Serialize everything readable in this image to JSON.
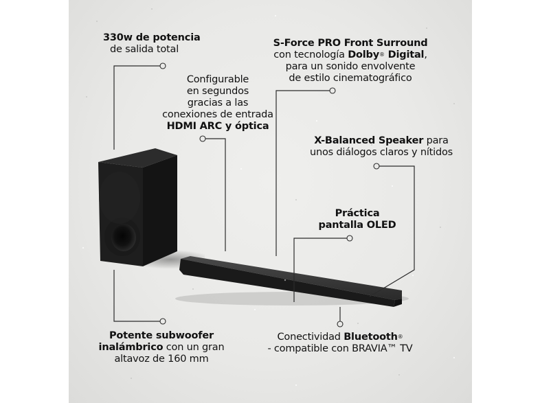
{
  "colors": {
    "background_outer": "#ffffff",
    "panel": "#eaeae8",
    "text": "#111111",
    "line": "#2b2b2b",
    "product": "#1c1c1c"
  },
  "callouts": {
    "power": {
      "line1": "330w de potencia",
      "line2": "de salida total"
    },
    "hdmi": {
      "line1": "Configurable",
      "line2": "en segundos",
      "line3": "gracias a las",
      "line4": "conexiones de entrada",
      "line5": "HDMI ARC y óptica"
    },
    "sforce": {
      "line1": "S-Force PRO Front Surround",
      "line2_pre": "con tecnología ",
      "line2_bold": "Dolby",
      "line2_reg": "®",
      "line2_bold2": " Digital",
      "line2_post": ",",
      "line3": "para un sonido envolvente",
      "line4": "de estilo cinematográfico"
    },
    "xbalanced": {
      "line1_bold": "X-Balanced Speaker",
      "line1_post": " para",
      "line2": "unos diálogos claros y nítidos"
    },
    "oled": {
      "line1": "Práctica",
      "line2": "pantalla OLED"
    },
    "subwoofer": {
      "line1": "Potente subwoofer",
      "line2_bold": "inalámbrico",
      "line2_post": " con un gran",
      "line3": "altavoz de 160 mm"
    },
    "bluetooth": {
      "line1_pre": "Conectividad ",
      "line1_bold": "Bluetooth",
      "line1_reg": "®",
      "line2": "- compatible con BRAVIA™ TV"
    }
  },
  "products": {
    "subwoofer": "subwoofer",
    "soundbar": "soundbar"
  }
}
